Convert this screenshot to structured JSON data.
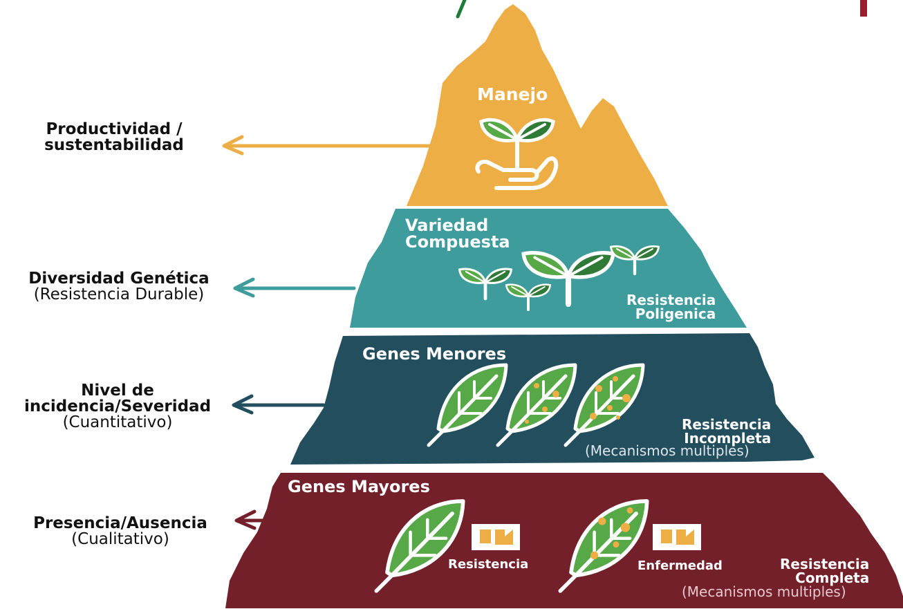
{
  "colors": {
    "manejo": "#EDAE45",
    "variedad": "#3F9C9D",
    "genes_menores": "#234E5E",
    "genes_mayores": "#73202A",
    "leaf_green": "#57A947",
    "leaf_dark": "#2F7A36",
    "spot": "#EDAE45"
  },
  "left_labels": {
    "productividad": {
      "title": "Productividad /\nsustentabilidad"
    },
    "diversidad": {
      "title": "Diversidad Genética",
      "subtitle": "(Resistencia Durable)"
    },
    "nivel": {
      "title_line1": "Nivel de",
      "title_line2": "incidencia/Severidad",
      "subtitle": "(Cuantitativo)"
    },
    "presencia": {
      "title": "Presencia/Ausencia",
      "subtitle": "(Cualitativo)"
    }
  },
  "tiers": {
    "manejo": {
      "title": "Manejo",
      "icon": "plant-in-hand-icon"
    },
    "variedad": {
      "title_line1": "Variedad",
      "title_line2": "Compuesta",
      "side_line1": "Resistencia",
      "side_line2": "Poligenica",
      "icon": "seedlings-icon"
    },
    "genes_menores": {
      "title": "Genes Menores",
      "side_line1": "Resistencia",
      "side_line2": "Incompleta",
      "note": "(Mecanismos multiples)",
      "icon": "leaf-icon"
    },
    "genes_mayores": {
      "title": "Genes Mayores",
      "caption_resistencia": "Resistencia",
      "caption_enfermedad": "Enfermedad",
      "side_line1": "Resistencia",
      "side_line2": "Completa",
      "note": "(Mecanismos multiples)",
      "icon": "leaf-icon"
    }
  }
}
